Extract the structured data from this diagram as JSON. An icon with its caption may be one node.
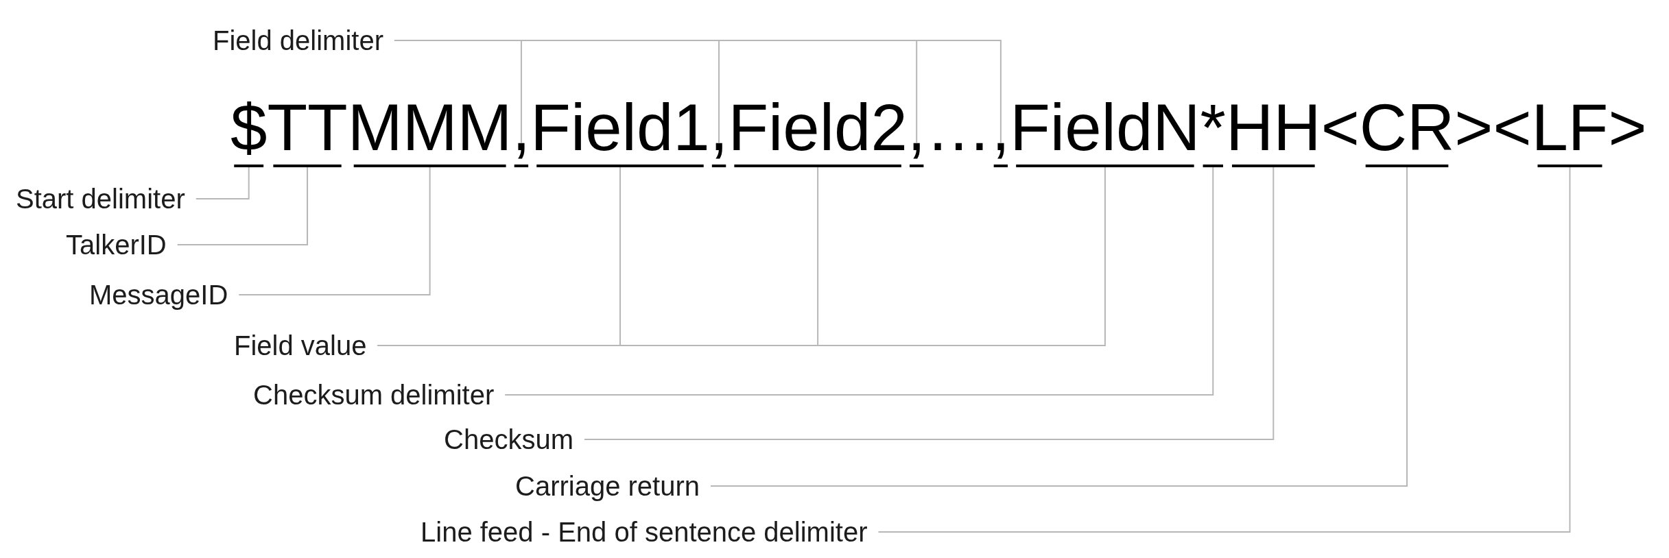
{
  "diagram": {
    "nodes": [
      {
        "text": [
          "Field delimiter"
        ]
      },
      {
        "text": [],
        "shape": "bar"
      },
      {
        "text": [],
        "shape": "bar"
      },
      {
        "text": [],
        "shape": "bar"
      },
      {
        "text": [],
        "shape": "bar"
      },
      {
        "text": [],
        "shape": "bar"
      },
      {
        "text": [],
        "shape": "bar"
      },
      {
        "text": [],
        "shape": "bar"
      },
      {
        "text": [],
        "shape": "bar"
      },
      {
        "text": [],
        "shape": "bar"
      },
      {
        "text": [],
        "shape": "bar"
      },
      {
        "text": [],
        "shape": "bar"
      },
      {
        "text": [],
        "shape": "bar"
      },
      {
        "text": [],
        "shape": "bar"
      },
      {
        "text": [],
        "shape": "bar"
      },
      {
        "text": [
          "Start delimiter"
        ]
      },
      {
        "text": [
          "TalkerID"
        ]
      },
      {
        "text": [
          "MessageID"
        ]
      },
      {
        "text": [
          "Field value"
        ]
      },
      {
        "text": [
          "Checksum delimiter"
        ]
      },
      {
        "text": [
          "Checksum"
        ]
      },
      {
        "text": [
          "Carriage return"
        ]
      },
      {
        "text": [
          "Line feed - End of sentence delimiter"
        ]
      }
    ],
    "edges": [
      {
        "from": 0,
        "to": 4,
        "arrow": "none"
      },
      {
        "from": 0,
        "to": 6,
        "arrow": "none"
      },
      {
        "from": 0,
        "to": 8,
        "arrow": "none"
      },
      {
        "from": 0,
        "to": 9,
        "arrow": "none"
      },
      {
        "from": 15,
        "to": 1,
        "arrow": "none"
      },
      {
        "from": 16,
        "to": 2,
        "arrow": "none"
      },
      {
        "from": 17,
        "to": 3,
        "arrow": "none"
      },
      {
        "from": 18,
        "to": 5,
        "arrow": "none"
      },
      {
        "from": 18,
        "to": 7,
        "arrow": "none"
      },
      {
        "from": 18,
        "to": 10,
        "arrow": "none"
      },
      {
        "from": 19,
        "to": 11,
        "arrow": "none"
      },
      {
        "from": 20,
        "to": 12,
        "arrow": "none"
      },
      {
        "from": 21,
        "to": 13,
        "arrow": "none"
      },
      {
        "from": 22,
        "to": 14,
        "arrow": "none"
      }
    ],
    "labels": [
      "$TTMMM,Field1,Field2,…,FieldN*HH<CR><LF>"
    ]
  }
}
